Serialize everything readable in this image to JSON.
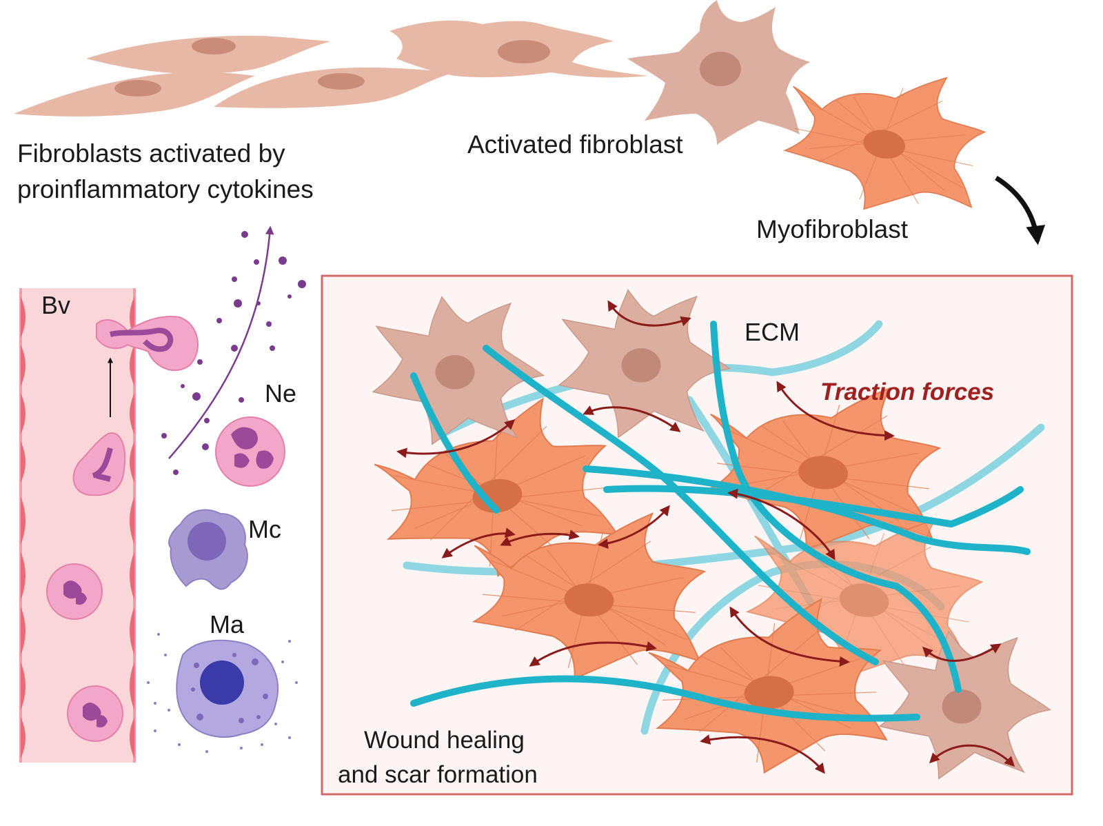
{
  "labels": {
    "fibroblasts_line1": "Fibroblasts activated by",
    "fibroblasts_line2": "proinflammatory cytokines",
    "activated_fibroblast": "Activated fibroblast",
    "myofibroblast": "Myofibroblast",
    "blood_vessel": "Bv",
    "neutrophil": "Ne",
    "monocyte": "Mc",
    "mast_cell": "Ma",
    "ecm": "ECM",
    "traction_forces": "Traction forces",
    "wound_line1": "Wound healing",
    "wound_line2": "and scar formation"
  },
  "colors": {
    "fibroblast": "#e8b8a6",
    "fibroblast_nucleus": "#c98c78",
    "activated": "#dcaea0",
    "myofibroblast": "#f4956b",
    "myo_nucleus": "#d56f45",
    "ecm_dark": "#1fb3c9",
    "ecm_light": "#8fd6e3",
    "arrow": "#8b1a1a",
    "vessel_fill": "#fbd6d8",
    "vessel_wall": "#e86a7a",
    "wound_border": "#d36a6a",
    "wound_fill": "#fdf4f4",
    "neutrophil": "#f3a7c8",
    "monocyte": "#a79ad3",
    "mast_cell": "#b3a8e0",
    "cytokine": "#7a3b8e"
  }
}
